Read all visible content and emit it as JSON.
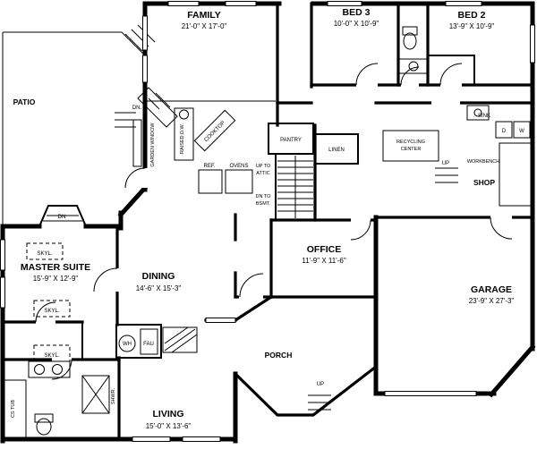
{
  "rooms": {
    "family": {
      "name": "FAMILY",
      "dims": "21'-0\" X 17'-0\""
    },
    "bed3": {
      "name": "BED 3",
      "dims": "10'-0\" X 10'-9\""
    },
    "bed2": {
      "name": "BED 2",
      "dims": "13'-9\" X 10'-9\""
    },
    "patio": {
      "name": "PATIO"
    },
    "master": {
      "name": "MASTER SUITE",
      "dims": "15'-9\" X 12'-9\""
    },
    "dining": {
      "name": "DINING",
      "dims": "14'-6\" X 15'-3\""
    },
    "office": {
      "name": "OFFICE",
      "dims": "11'-9\" X 11'-6\""
    },
    "garage": {
      "name": "GARAGE",
      "dims": "23'-9\" X 27'-3\""
    },
    "living": {
      "name": "LIVING",
      "dims": "15'-0\" X 13'-6\""
    },
    "porch": {
      "name": "PORCH"
    },
    "shop": {
      "name": "SHOP"
    }
  },
  "labels": {
    "dn_patio": "DN.",
    "garden_window": "GARDEN WINDOW",
    "raised_dw": "RAISED D.W.",
    "cooktop": "COOKTOP",
    "pantry": "PANTRY",
    "linen": "LINEN",
    "recycling_1": "RECYCLING",
    "recycling_2": "CENTER",
    "sink": "SINK",
    "dryer": "D",
    "washer": "W",
    "up": "UP",
    "workbench": "WORKBENCH",
    "ref": "REF.",
    "ovens": "OVENS",
    "up_to": "UP TO",
    "attic": "ATTIC",
    "dn_to": "DN TO",
    "bsmt": "BSMT.",
    "dn": "DN",
    "skyl": "SKYL.",
    "wh": "WH",
    "fau": "FAU",
    "cs_tub": "CS TUB",
    "shwr": "SHWR."
  }
}
